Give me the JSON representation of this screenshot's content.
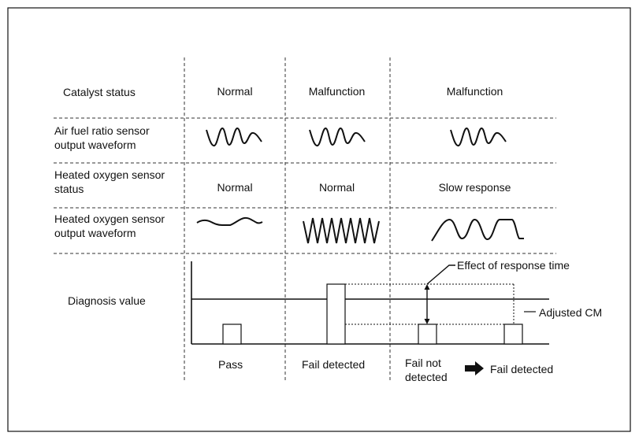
{
  "rows": {
    "catalyst": {
      "label": "Catalyst status",
      "col1": "Normal",
      "col2": "Malfunction",
      "col3": "Malfunction"
    },
    "afr": {
      "label": "Air fuel ratio sensor\noutput waveform"
    },
    "hos_status": {
      "label": "Heated oxygen sensor\nstatus",
      "col1": "Normal",
      "col2": "Normal",
      "col3": "Slow response"
    },
    "hos_wave": {
      "label": "Heated oxygen sensor\noutput waveform"
    },
    "diag": {
      "label": "Diagnosis value"
    }
  },
  "annotations": {
    "effect": "Effect of response time",
    "adjusted": "Adjusted CM"
  },
  "results": {
    "col1": "Pass",
    "col2": "Fail detected",
    "col3a": "Fail not\ndetected",
    "col3b": "Fail detected"
  },
  "icons": {
    "arrow": "right-arrow-icon"
  },
  "colors": {
    "line": "#111111"
  }
}
